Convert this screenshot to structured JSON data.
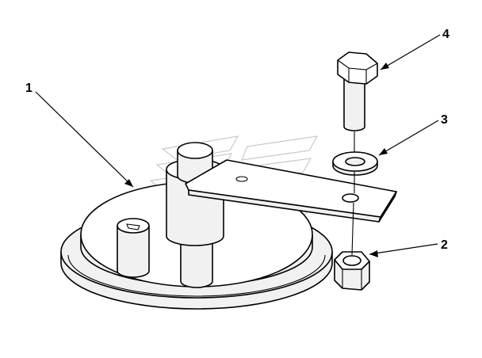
{
  "callouts": [
    {
      "id": "1",
      "label": "1"
    },
    {
      "id": "2",
      "label": "2"
    },
    {
      "id": "3",
      "label": "3"
    },
    {
      "id": "4",
      "label": "4"
    }
  ],
  "colors": {
    "ink": "#000000",
    "fill_light": "#f1f1f1",
    "watermark": "#c9c9c9"
  }
}
